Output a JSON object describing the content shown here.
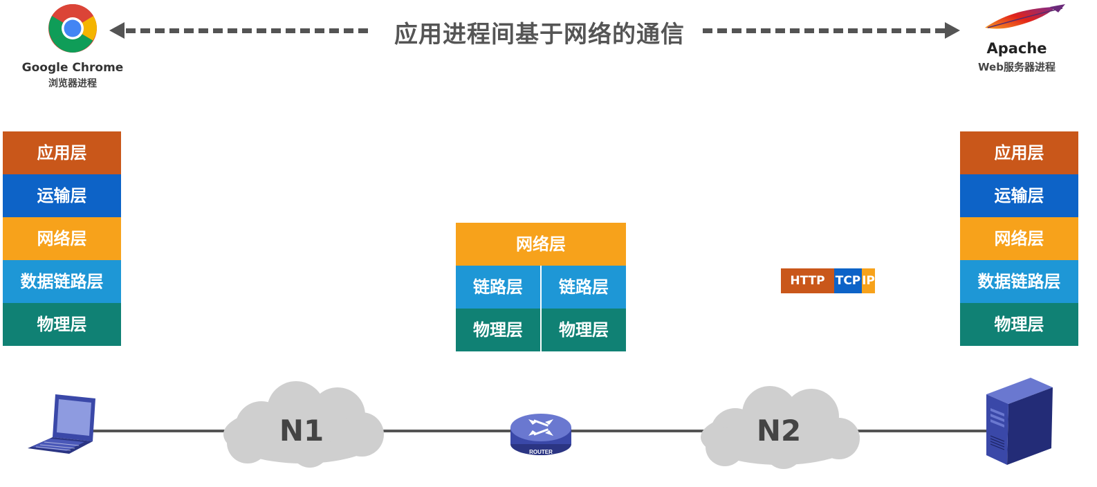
{
  "header": {
    "title": "应用进程间基于网络的通信",
    "client_name": "Google Chrome",
    "client_process": "浏览器进程",
    "server_name": "Apache",
    "server_process": "Web服务器进程"
  },
  "left_stack": [
    "应用层",
    "运输层",
    "网络层",
    "数据链路层",
    "物理层"
  ],
  "right_stack": [
    "应用层",
    "运输层",
    "网络层",
    "数据链路层",
    "物理层"
  ],
  "router_stack": {
    "top": "网络层",
    "link_left": "链路层",
    "link_right": "链路层",
    "phys_left": "物理层",
    "phys_right": "物理层"
  },
  "packet": {
    "http": "HTTP",
    "tcp": "TCP",
    "ip": "IP"
  },
  "network": {
    "cloud1": "N1",
    "cloud2": "N2",
    "router_label": "ROUTER"
  },
  "colors": {
    "application": "#C9571A",
    "transport": "#0D63C7",
    "network": "#F7A21B",
    "datalink": "#1E97D6",
    "physical": "#108174",
    "line": "#545454"
  },
  "icons": {
    "client_logo": "chrome-logo",
    "server_logo": "apache-feather-logo",
    "client_device": "laptop-icon",
    "server_device": "server-tower-icon",
    "router_device": "router-icon",
    "clouds": "cloud-icon"
  }
}
